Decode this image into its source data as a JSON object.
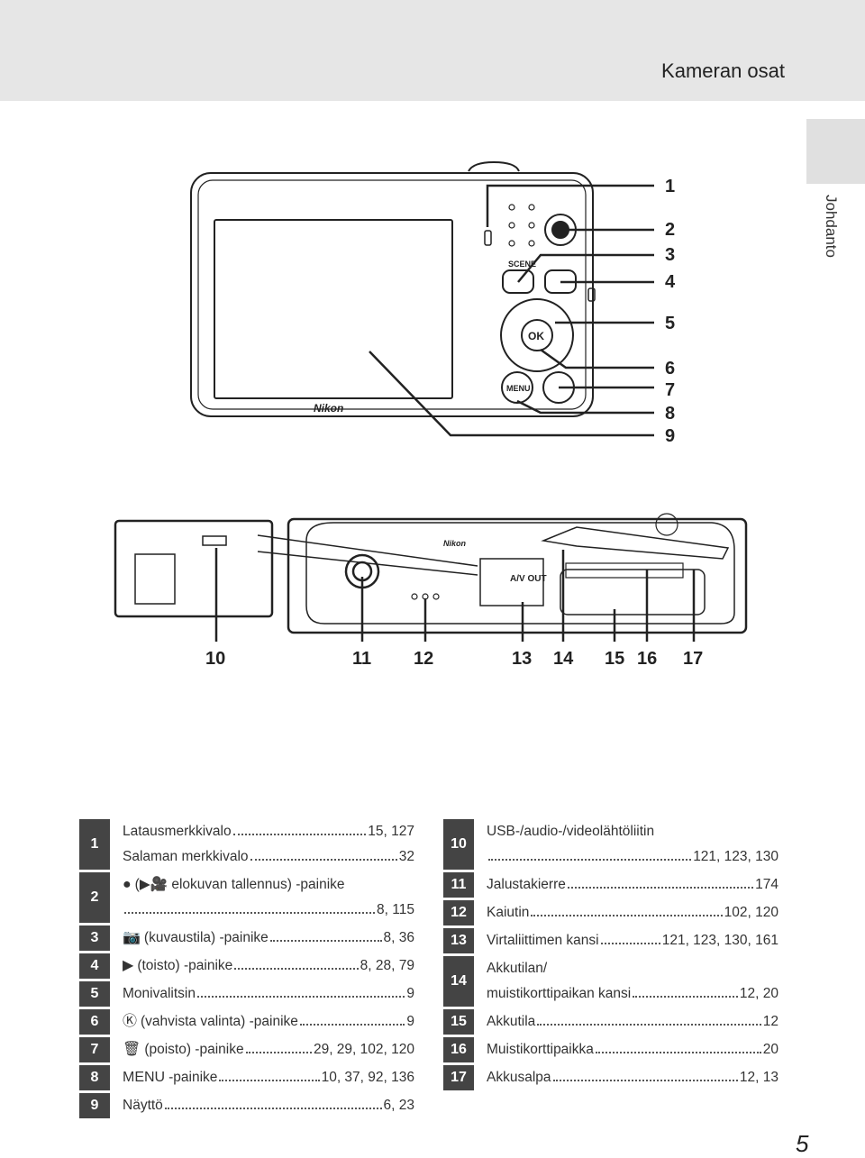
{
  "header": {
    "title": "Kameran osat",
    "side_label": "Johdanto"
  },
  "camera": {
    "brand": "Nikon",
    "scene_label": "SCENE",
    "ok_label": "OK",
    "menu_label": "MENU",
    "av_out_label": "A/V OUT",
    "callout_numbers": [
      "1",
      "2",
      "3",
      "4",
      "5",
      "6",
      "7",
      "8",
      "9",
      "10",
      "11",
      "12",
      "13",
      "14",
      "15",
      "16",
      "17"
    ]
  },
  "parts_left": [
    {
      "num": "1",
      "lines": [
        {
          "text": "Latausmerkkivalo",
          "pages": "15, 127"
        },
        {
          "text": "Salaman merkkivalo",
          "pages": "32"
        }
      ]
    },
    {
      "num": "2",
      "lines": [
        {
          "icon": "●",
          "text": "(▶🎥 elokuvan tallennus) -painike",
          "pages": ""
        },
        {
          "text": "",
          "pages": "8, 115"
        }
      ]
    },
    {
      "num": "3",
      "lines": [
        {
          "icon": "📷",
          "text": "(kuvaustila) -painike",
          "pages": "8, 36"
        }
      ]
    },
    {
      "num": "4",
      "lines": [
        {
          "icon": "▶",
          "text": "(toisto) -painike",
          "pages": "8, 28, 79"
        }
      ]
    },
    {
      "num": "5",
      "lines": [
        {
          "text": "Monivalitsin",
          "pages": "9"
        }
      ]
    },
    {
      "num": "6",
      "lines": [
        {
          "icon": "Ⓚ",
          "text": "(vahvista valinta) -painike",
          "pages": "9"
        }
      ]
    },
    {
      "num": "7",
      "lines": [
        {
          "icon": "🗑",
          "text": "(poisto) -painike",
          "pages": "29, 29, 102, 120"
        }
      ]
    },
    {
      "num": "8",
      "lines": [
        {
          "icon": "MENU",
          "text": "-painike",
          "pages": "10, 37, 92, 136"
        }
      ]
    },
    {
      "num": "9",
      "lines": [
        {
          "text": "Näyttö",
          "pages": "6, 23"
        }
      ]
    }
  ],
  "parts_right": [
    {
      "num": "10",
      "lines": [
        {
          "text": "USB-/audio-/videolähtöliitin",
          "pages": ""
        },
        {
          "text": "",
          "pages": "121, 123, 130"
        }
      ]
    },
    {
      "num": "11",
      "lines": [
        {
          "text": "Jalustakierre",
          "pages": "174"
        }
      ]
    },
    {
      "num": "12",
      "lines": [
        {
          "text": "Kaiutin",
          "pages": "102, 120"
        }
      ]
    },
    {
      "num": "13",
      "lines": [
        {
          "text": "Virtaliittimen kansi",
          "pages": "121, 123, 130, 161"
        }
      ]
    },
    {
      "num": "14",
      "lines": [
        {
          "text": "Akkutilan/",
          "pages": ""
        },
        {
          "text": "muistikorttipaikan kansi",
          "pages": "12, 20"
        }
      ]
    },
    {
      "num": "15",
      "lines": [
        {
          "text": "Akkutila",
          "pages": "12"
        }
      ]
    },
    {
      "num": "16",
      "lines": [
        {
          "text": "Muistikorttipaikka",
          "pages": "20"
        }
      ]
    },
    {
      "num": "17",
      "lines": [
        {
          "text": "Akkusalpa",
          "pages": "12, 13"
        }
      ]
    }
  ],
  "page_number": "5"
}
